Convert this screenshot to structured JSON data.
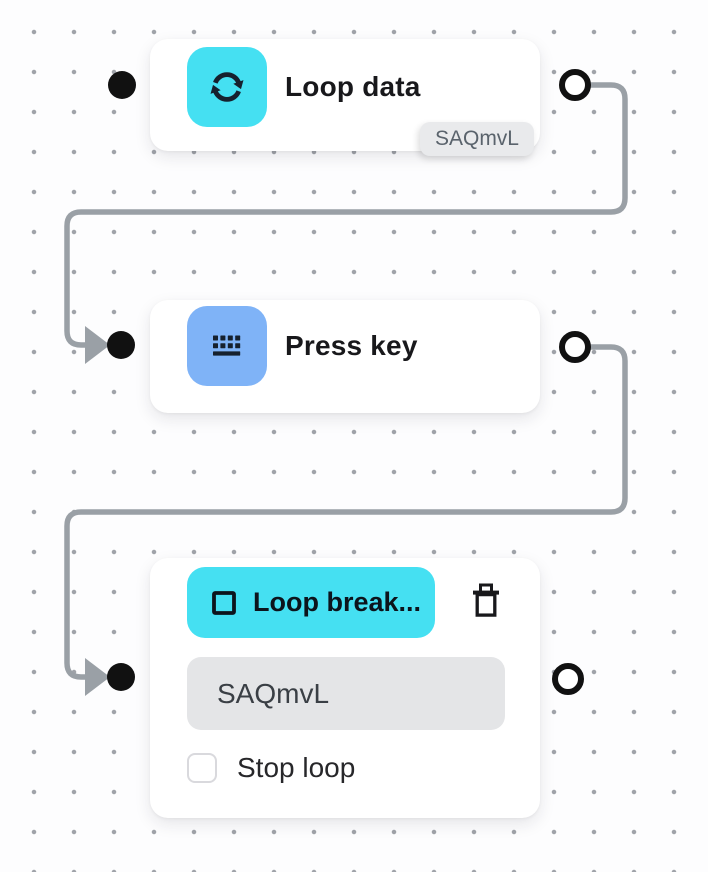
{
  "canvas": {
    "type": "workflow-editor-dotted-grid"
  },
  "palette": {
    "cyan_accent": "#45E0F2",
    "blue_accent": "#7FB3F7",
    "edge_gray": "#9AA0A6",
    "icon_dark": "#16212E",
    "title_text": "#18181B",
    "badge_bg": "#E9EAEC",
    "badge_text": "#5A636C",
    "field_bg": "#E4E5E7",
    "field_text": "#3A3F45",
    "grid_dot": "#A0A3A9"
  },
  "nodes": [
    {
      "type": "loop-data",
      "label": "Loop data",
      "badge": "SAQmvL",
      "icon": "sync-icon"
    },
    {
      "type": "press-key",
      "label": "Press key",
      "icon": "keyboard-icon"
    },
    {
      "type": "loop-break",
      "label": "Loop break...",
      "icon": "stop-square-icon",
      "delete_icon": "trash-icon",
      "field_value": "SAQmvL",
      "checkbox_label": "Stop loop",
      "checkbox_checked": false
    }
  ],
  "edges": [
    {
      "from": "loop-data",
      "to": "press-key"
    },
    {
      "from": "press-key",
      "to": "loop-break"
    }
  ]
}
